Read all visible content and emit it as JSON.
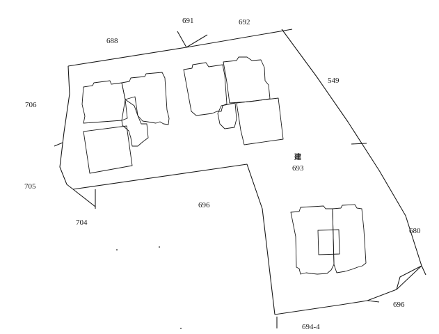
{
  "map": {
    "colors": {
      "line": "#1a1a1a",
      "background": "#ffffff",
      "hatch": "#1a1a1a"
    },
    "parcels": {
      "p688": "688",
      "p691": "691",
      "p692": "692",
      "p549": "549",
      "p706": "706",
      "p705": "705",
      "p704": "704",
      "p696_main": "696",
      "p693_mark": "建",
      "p693": "693",
      "p680": "680",
      "p696_lower": "696",
      "p694_4": "694-4"
    }
  }
}
